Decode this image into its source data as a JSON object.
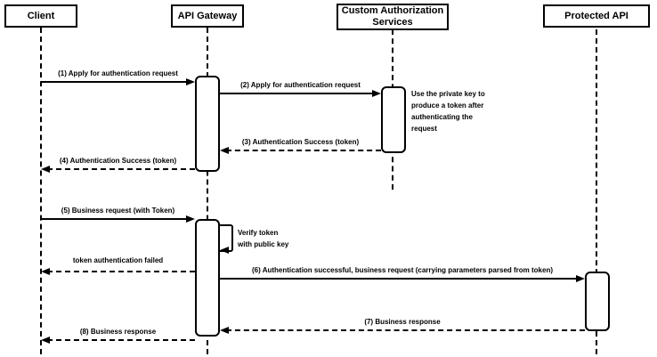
{
  "diagram": {
    "type": "sequence-diagram",
    "background": "#ffffff",
    "line_color": "#000000",
    "actors": [
      {
        "name": "Client"
      },
      {
        "name": "API Gateway"
      },
      {
        "name": "Custom Authorization Services"
      },
      {
        "name": "Protected API"
      }
    ],
    "messages": [
      {
        "label": "(1) Apply for authentication request",
        "from": "Client",
        "to": "API Gateway",
        "style": "solid"
      },
      {
        "label": "(2) Apply for authentication request",
        "from": "API Gateway",
        "to": "Custom Authorization Services",
        "style": "solid"
      },
      {
        "label": "(3) Authentication Success (token)",
        "from": "Custom Authorization Services",
        "to": "API Gateway",
        "style": "dashed"
      },
      {
        "label": "(4) Authentication Success (token)",
        "from": "API Gateway",
        "to": "Client",
        "style": "dashed"
      },
      {
        "label": "(5) Business request (with Token)",
        "from": "Client",
        "to": "API Gateway",
        "style": "solid"
      },
      {
        "label": "Verify token\nwith public key",
        "from": "API Gateway",
        "to": "API Gateway",
        "style": "self"
      },
      {
        "label": "token authentication failed",
        "from": "API Gateway",
        "to": "Client",
        "style": "dashed"
      },
      {
        "label": "(6) Authentication successful, business request (carrying parameters parsed from token)",
        "from": "API Gateway",
        "to": "Protected API",
        "style": "solid"
      },
      {
        "label": "(7) Business response",
        "from": "Protected API",
        "to": "API Gateway",
        "style": "dashed"
      },
      {
        "label": "(8) Business response",
        "from": "API Gateway",
        "to": "Client",
        "style": "dashed"
      }
    ],
    "note": "Use the private key to produce a token after authenticating the request"
  }
}
